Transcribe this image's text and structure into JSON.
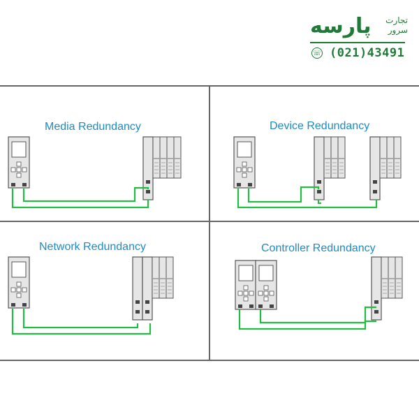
{
  "logo": {
    "brand_text": "پارسه",
    "sub_text_line1": "تجارت",
    "sub_text_line2": "سرور",
    "phone_icon": "phone-icon",
    "phone": "(021)43491"
  },
  "panels": [
    {
      "title": "Media Redundancy"
    },
    {
      "title": "Device Redundancy"
    },
    {
      "title": "Network Redundancy"
    },
    {
      "title": "Controller Redundancy"
    }
  ],
  "colors": {
    "brand": "#1f7a38",
    "title": "#1e8bc3",
    "cable": "#22bb44",
    "frame": "#666666",
    "device_fill": "#e6e6e6",
    "device_stroke": "#555555"
  }
}
